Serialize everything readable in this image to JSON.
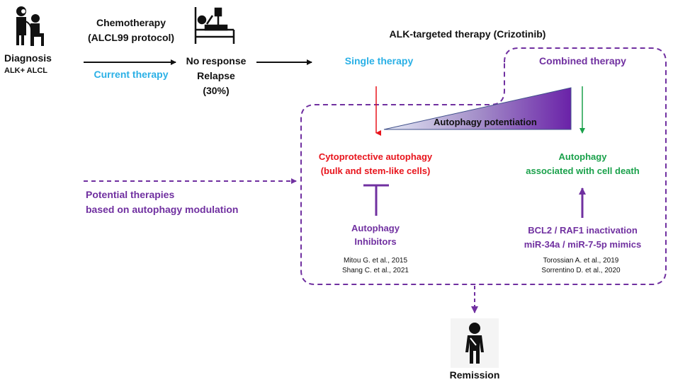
{
  "diagnosis": {
    "title": "Diagnosis",
    "subtitle": "ALK+ ALCL",
    "icon": "doctor-patient-icon"
  },
  "chemotherapy": {
    "line1": "Chemotherapy",
    "line2": "(ALCL99 protocol)",
    "current_label": "Current therapy"
  },
  "relapse": {
    "icon": "hospital-bed-patient-icon",
    "line1": "No response",
    "line2": "Relapse",
    "line3": "(30%)"
  },
  "alk_therapy": {
    "title": "ALK-targeted therapy (Crizotinib)",
    "single": "Single therapy",
    "combined": "Combined therapy",
    "gradient_label": "Autophagy  potentiation"
  },
  "left_branch": {
    "line1": "Cytoprotective autophagy",
    "line2": "(bulk and stem-like cells)",
    "inhibitor_line1": "Autophagy",
    "inhibitor_line2": "Inhibitors",
    "refs": [
      "Mitou G. et al., 2015",
      "Shang C. et al., 2021"
    ]
  },
  "right_branch": {
    "line1": "Autophagy",
    "line2": "associated with cell death",
    "inducer_line1": "BCL2 / RAF1 inactivation",
    "inducer_line2": "miR-34a / miR-7-5p mimics",
    "refs": [
      "Torossian A. et al., 2019",
      "Sorrentino D. et al., 2020"
    ]
  },
  "potential": {
    "line1": "Potential therapies",
    "line2": "based on autophagy modulation"
  },
  "outcome": {
    "label": "Remission",
    "icon": "standing-person-icon"
  },
  "colors": {
    "blue": "#2ab0e6",
    "purple": "#7030a0",
    "red": "#e8141c",
    "green": "#1aa14b",
    "gradient_start": "#dde3f2",
    "gradient_end": "#6a22a8"
  }
}
